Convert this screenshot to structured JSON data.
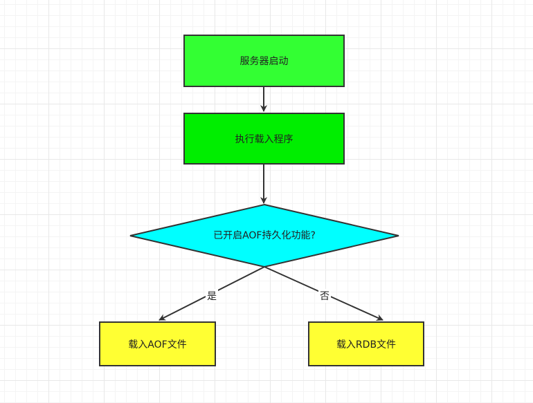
{
  "colors": {
    "start_fill": "#33ff33",
    "load_fill": "#00ee00",
    "decision_fill": "#00ffff",
    "result_fill": "#ffff33",
    "stroke": "#333333"
  },
  "nodes": {
    "start": "服务器启动",
    "load": "执行载入程序",
    "decision": "已开启AOF持久化功能?",
    "load_aof": "载入AOF文件",
    "load_rdb": "载入RDB文件"
  },
  "edges": {
    "yes": "是",
    "no": "否"
  }
}
